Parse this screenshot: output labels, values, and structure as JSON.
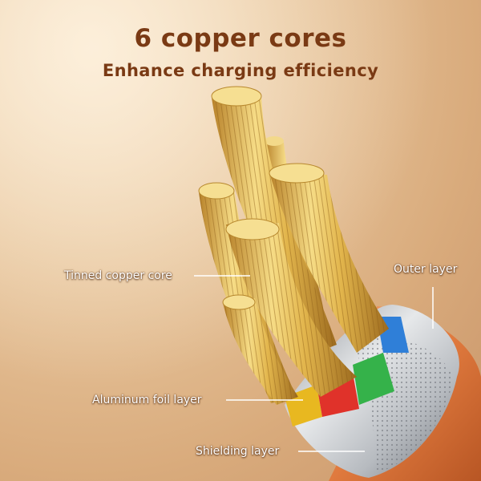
{
  "headline": "6 copper cores",
  "subheadline": "Enhance charging efficiency",
  "callouts": {
    "tinned_core": "Tinned copper core",
    "outer_layer": "Outer layer",
    "aluminum_foil": "Aluminum foil layer",
    "shielding": "Shielding layer"
  },
  "colors": {
    "background": "#d9ab7c",
    "title_text": "#7a3a14",
    "copper": "#e9c15a",
    "outer_jacket": "#e07a3e",
    "insulation_red": "#e0322a",
    "insulation_green": "#35b24a",
    "insulation_blue": "#2f7fd8",
    "insulation_yellow": "#e8b820",
    "shield_metal": "#b8bcc2"
  }
}
